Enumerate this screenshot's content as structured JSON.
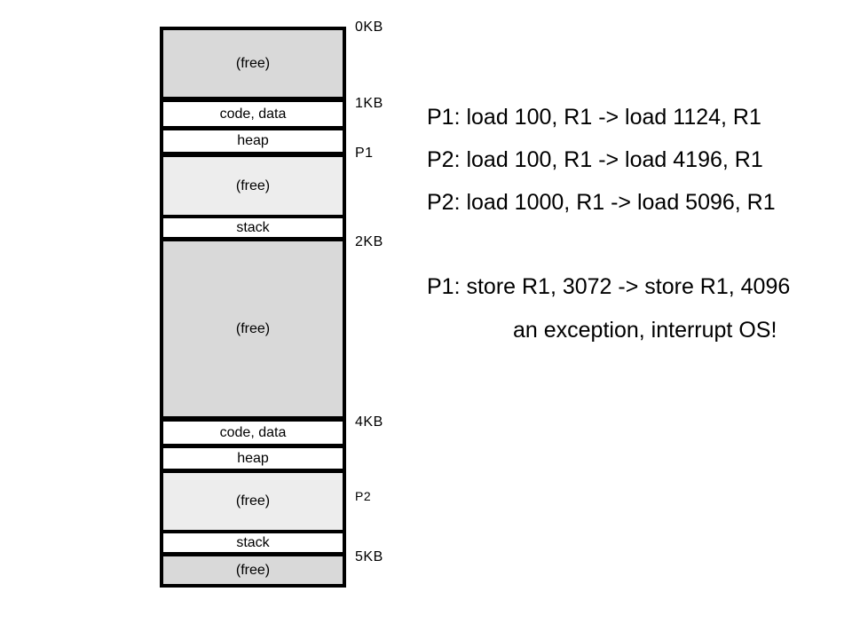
{
  "segments": [
    {
      "label": "(free)",
      "kind": "free-dark"
    },
    {
      "label": "code, data",
      "kind": "used"
    },
    {
      "label": "heap",
      "kind": "used"
    },
    {
      "label": "(free)",
      "kind": "free-light"
    },
    {
      "label": "stack",
      "kind": "used"
    },
    {
      "label": "(free)",
      "kind": "free-dark"
    },
    {
      "label": "code, data",
      "kind": "used"
    },
    {
      "label": "heap",
      "kind": "used"
    },
    {
      "label": "(free)",
      "kind": "free-light"
    },
    {
      "label": "stack",
      "kind": "used"
    },
    {
      "label": "(free)",
      "kind": "free-dark"
    }
  ],
  "marks": {
    "kb0": "0KB",
    "kb1": "1KB",
    "p1": "P1",
    "kb2": "2KB",
    "kb4": "4KB",
    "p2": "P2",
    "kb5": "5KB"
  },
  "lines": [
    "P1: load 100, R1 -> load 1124, R1",
    "P2: load 100, R1 -> load 4196, R1",
    "P2: load 1000, R1 -> load 5096, R1",
    "P1: store R1, 3072 -> store R1, 4096",
    "an exception, interrupt OS!"
  ],
  "colors": {
    "free_dark": "#d9d9d9",
    "free_light": "#ededed",
    "used": "#ffffff",
    "border": "#000000"
  }
}
